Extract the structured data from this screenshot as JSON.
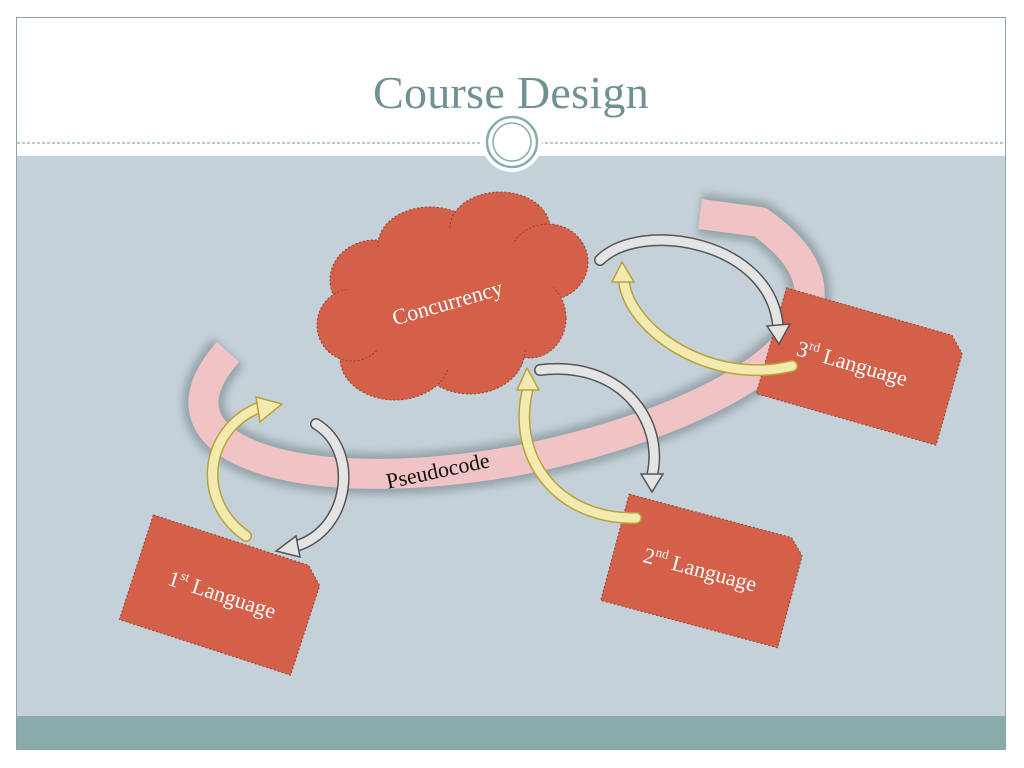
{
  "slide": {
    "title": "Course Design"
  },
  "diagram": {
    "cloud_label": "Concurrency",
    "band_label": "Pseudocode",
    "boxes": [
      {
        "number": "1",
        "suffix": "st",
        "word": "Language"
      },
      {
        "number": "2",
        "suffix": "nd",
        "word": "Language"
      },
      {
        "number": "3",
        "suffix": "rd",
        "word": "Language"
      }
    ]
  },
  "colors": {
    "title": "#6f9193",
    "panel": "#c5d1d8",
    "footer": "#8aabac",
    "shape_fill": "#d4604a",
    "band": "#f0c4c4",
    "gold_arrow": "#f3eab0",
    "gray_arrow": "#e4e4e4"
  }
}
